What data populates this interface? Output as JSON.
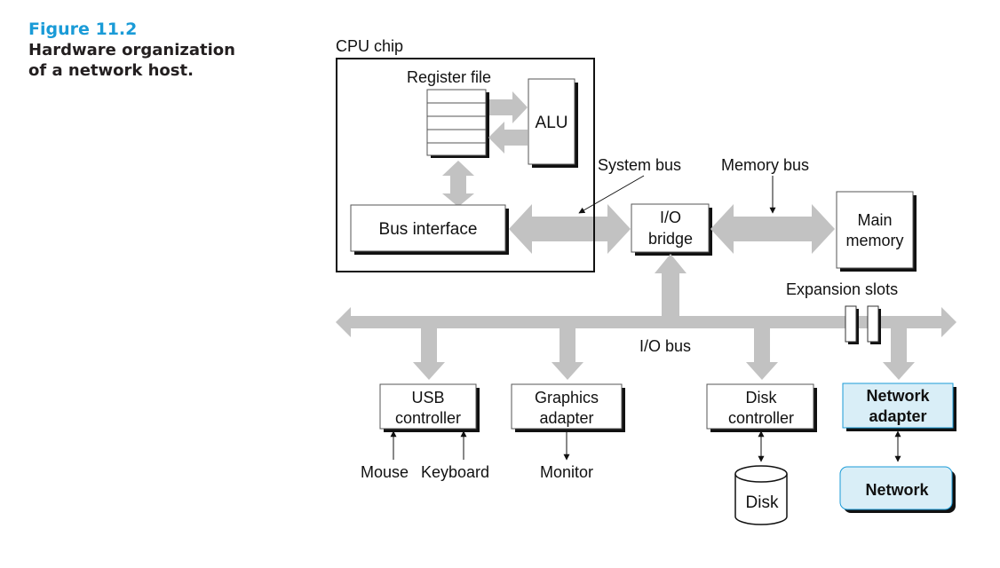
{
  "caption": {
    "figure_number": "Figure 11.2",
    "title_line1": "Hardware organization",
    "title_line2": "of a network host."
  },
  "colors": {
    "caption_accent": "#1a9bd7",
    "bus_gray": "#c2c2c2",
    "network_fill": "#d9eef7",
    "network_border": "#1a9bd7"
  },
  "labels": {
    "cpu_chip": "CPU chip",
    "register_file": "Register file",
    "alu": "ALU",
    "bus_interface": "Bus interface",
    "system_bus": "System bus",
    "memory_bus": "Memory bus",
    "io_bridge_line1": "I/O",
    "io_bridge_line2": "bridge",
    "main_memory_line1": "Main",
    "main_memory_line2": "memory",
    "expansion_slots": "Expansion slots",
    "io_bus": "I/O bus",
    "usb_line1": "USB",
    "usb_line2": "controller",
    "graphics_line1": "Graphics",
    "graphics_line2": "adapter",
    "disk_ctrl_line1": "Disk",
    "disk_ctrl_line2": "controller",
    "net_adapter_line1": "Network",
    "net_adapter_line2": "adapter",
    "mouse": "Mouse",
    "keyboard": "Keyboard",
    "monitor": "Monitor",
    "disk": "Disk",
    "network": "Network"
  }
}
